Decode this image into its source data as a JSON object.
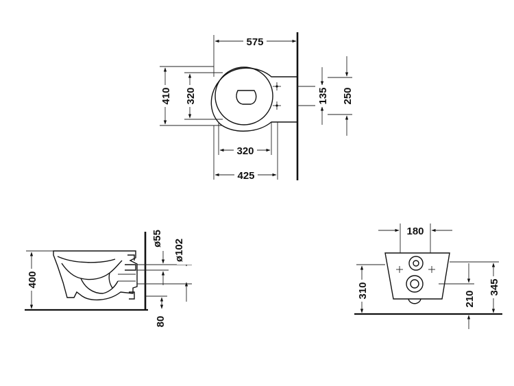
{
  "top_view": {
    "width_575": "575",
    "height_410": "410",
    "height_320": "320",
    "dim_135": "135",
    "dim_250": "250",
    "width_320": "320",
    "width_425": "425"
  },
  "side_view": {
    "height_400": "400",
    "pipe_55": "ø55",
    "pipe_102": "ø102",
    "depth_80": "80"
  },
  "front_view": {
    "width_180": "180",
    "height_310": "310",
    "height_210": "210",
    "height_345": "345"
  }
}
